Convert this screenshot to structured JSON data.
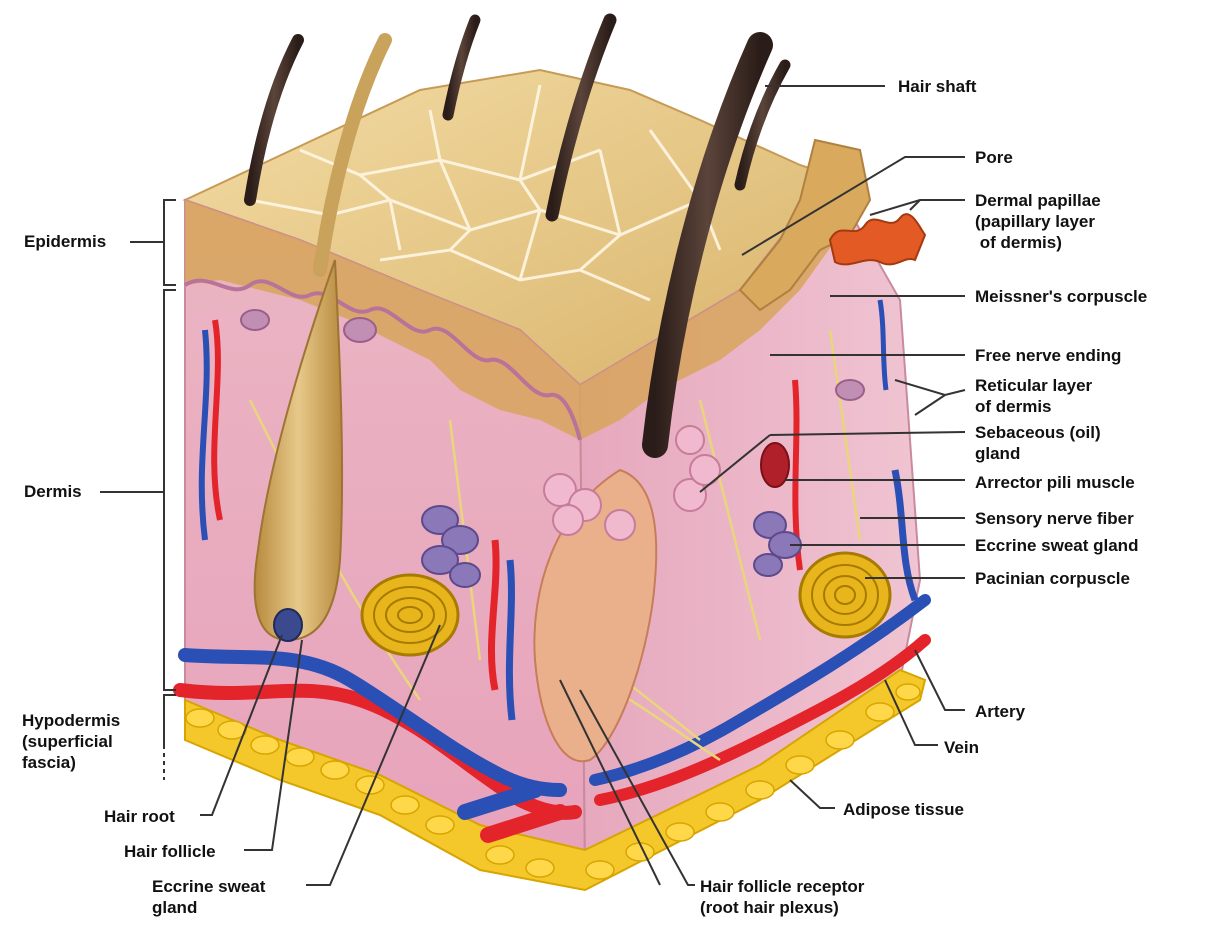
{
  "colors": {
    "epidermis_surface": "#e9cc8d",
    "epidermis_crease": "#ffffff",
    "dermis": "#e8a9bd",
    "hair": "#3a2a24",
    "follicle": "#c89b4e",
    "artery": "#e4242b",
    "vein": "#2a4fb5",
    "adipose": "#f2c300",
    "nerve": "#e9d67a",
    "gland": "#8a78b8",
    "pacinian": "#e8b51c",
    "leader": "#333333"
  },
  "labels": {
    "epidermis": "Epidermis",
    "dermis": "Dermis",
    "hypodermis": "Hypodermis\n(superficial\nfascia)",
    "hair_shaft": "Hair shaft",
    "pore": "Pore",
    "dermal_papillae": "Dermal papillae\n(papillary layer\n of dermis)",
    "meissner": "Meissner's corpuscle",
    "free_nerve": "Free nerve ending",
    "reticular": "Reticular layer\nof dermis",
    "sebaceous": "Sebaceous (oil)\ngland",
    "arrector": "Arrector pili muscle",
    "sensory_nerve": "Sensory nerve fiber",
    "eccrine_right": "Eccrine sweat gland",
    "pacinian": "Pacinian corpuscle",
    "artery": "Artery",
    "vein": "Vein",
    "adipose": "Adipose tissue",
    "hair_root": "Hair root",
    "hair_follicle": "Hair follicle",
    "eccrine_bottom": "Eccrine sweat\ngland",
    "hair_follicle_receptor": "Hair follicle receptor\n(root hair plexus)"
  }
}
